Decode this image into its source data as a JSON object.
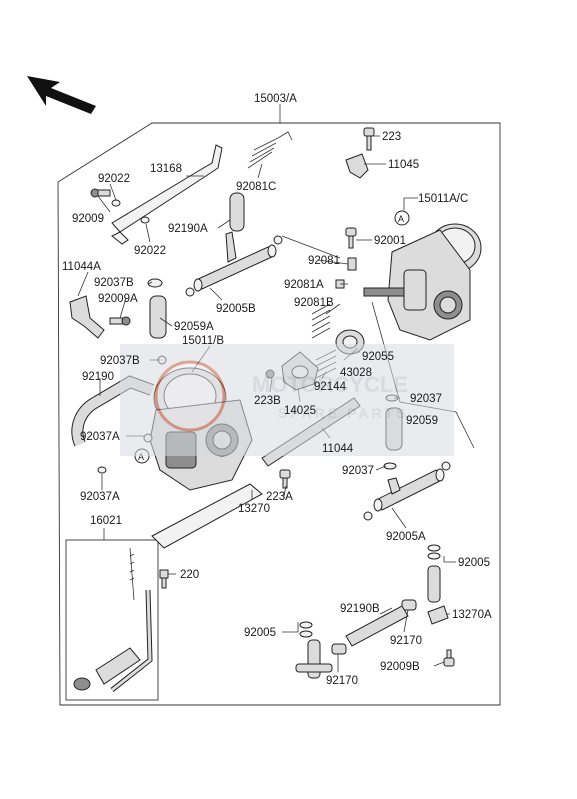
{
  "diagram": {
    "assembly_label": "15003/A",
    "labels": {
      "l223": "223",
      "l11045": "11045",
      "l15011AC": "15011A/C",
      "l13168": "13168",
      "l92022a": "92022",
      "l92009": "92009",
      "l92022b": "92022",
      "l92081C": "92081C",
      "l92190A": "92190A",
      "l92001": "92001",
      "l92081": "92081",
      "l92081A": "92081A",
      "l11044A": "11044A",
      "l92037B1": "92037B",
      "l92009A": "92009A",
      "l92005B": "92005B",
      "l92081B": "92081B",
      "l92059A": "92059A",
      "l15011B": "15011/B",
      "l92037B2": "92037B",
      "l92055": "92055",
      "l92190": "92190",
      "l43028": "43028",
      "l92144": "92144",
      "l223B": "223B",
      "l14025": "14025",
      "l92037": "92037",
      "l92059": "92059",
      "l92037A1": "92037A",
      "l11044": "11044",
      "l92037b": "92037",
      "l92037A2": "92037A",
      "l223A": "223A",
      "l92005A": "92005A",
      "l16021": "16021",
      "l13270": "13270",
      "l92005a": "92005",
      "l220": "220",
      "l92190B": "92190B",
      "l13270A": "13270A",
      "l92005b": "92005",
      "l92170a": "92170",
      "l92170b": "92170",
      "l92009B": "92009B"
    },
    "callout_markers": {
      "a1": "A",
      "a2": "A"
    },
    "watermark": {
      "line1": "MOTORCYCLE",
      "line2": "SPARE PARTS"
    }
  }
}
